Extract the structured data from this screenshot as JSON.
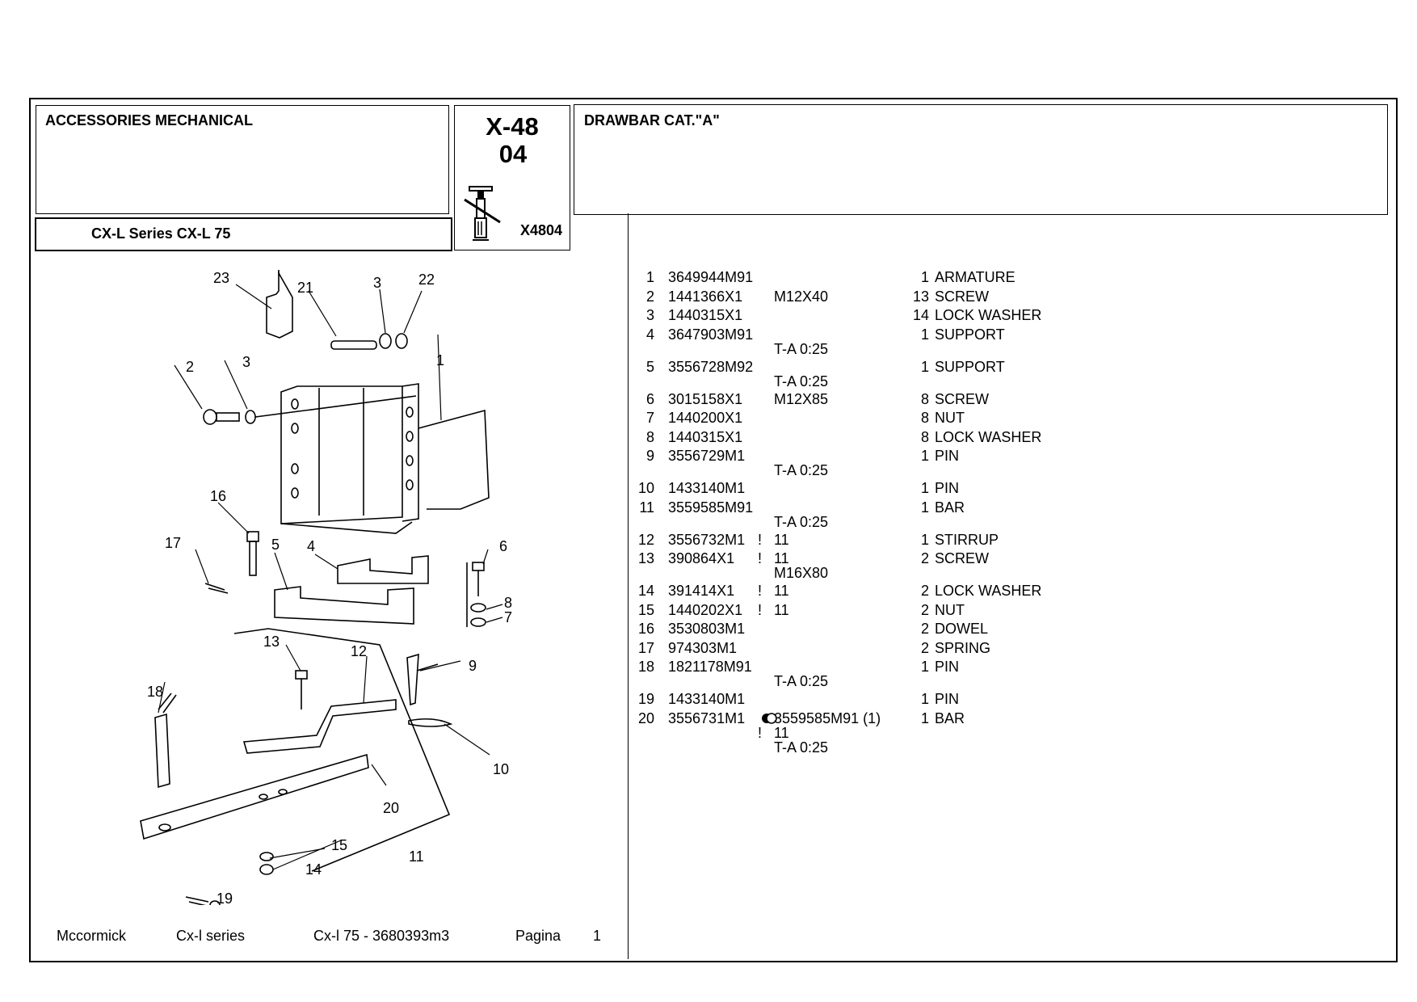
{
  "header": {
    "section_title": "ACCESSORIES MECHANICAL",
    "model": "CX-L Series CX-L 75",
    "group_code_line1": "X-48",
    "group_code_line2": "04",
    "figure_code": "X4804",
    "assembly_title": "DRAWBAR  CAT.\"A\""
  },
  "parts": [
    {
      "no": "1",
      "part": "3649944M91",
      "flag": "",
      "notes": [],
      "qty": "1",
      "desc": "ARMATURE"
    },
    {
      "no": "2",
      "part": "1441366X1",
      "flag": "",
      "notes": [
        "M12X40"
      ],
      "qty": "13",
      "desc": "SCREW"
    },
    {
      "no": "3",
      "part": "1440315X1",
      "flag": "",
      "notes": [],
      "qty": "14",
      "desc": "LOCK WASHER"
    },
    {
      "no": "4",
      "part": "3647903M91",
      "flag": "",
      "notes": [
        "",
        "T-A 0:25"
      ],
      "qty": "1",
      "desc": "SUPPORT"
    },
    {
      "no": "5",
      "part": "3556728M92",
      "flag": "",
      "notes": [
        "",
        "T-A 0:25"
      ],
      "qty": "1",
      "desc": "SUPPORT"
    },
    {
      "no": "6",
      "part": "3015158X1",
      "flag": "",
      "notes": [
        "M12X85"
      ],
      "qty": "8",
      "desc": "SCREW"
    },
    {
      "no": "7",
      "part": "1440200X1",
      "flag": "",
      "notes": [],
      "qty": "8",
      "desc": "NUT"
    },
    {
      "no": "8",
      "part": "1440315X1",
      "flag": "",
      "notes": [],
      "qty": "8",
      "desc": "LOCK WASHER"
    },
    {
      "no": "9",
      "part": "3556729M1",
      "flag": "",
      "notes": [
        "",
        "T-A 0:25"
      ],
      "qty": "1",
      "desc": "PIN"
    },
    {
      "no": "10",
      "part": "1433140M1",
      "flag": "",
      "notes": [],
      "qty": "1",
      "desc": "PIN"
    },
    {
      "no": "11",
      "part": "3559585M91",
      "flag": "",
      "notes": [
        "",
        "T-A 0:25"
      ],
      "qty": "1",
      "desc": "BAR"
    },
    {
      "no": "12",
      "part": "3556732M1",
      "flag": "!",
      "notes": [
        "11"
      ],
      "qty": "1",
      "desc": "STIRRUP"
    },
    {
      "no": "13",
      "part": "390864X1",
      "flag": "!",
      "notes": [
        "11",
        "M16X80"
      ],
      "qty": "2",
      "desc": "SCREW"
    },
    {
      "no": "14",
      "part": "391414X1",
      "flag": "!",
      "notes": [
        "11"
      ],
      "qty": "2",
      "desc": "LOCK WASHER"
    },
    {
      "no": "15",
      "part": "1440202X1",
      "flag": "!",
      "notes": [
        "11"
      ],
      "qty": "2",
      "desc": "NUT"
    },
    {
      "no": "16",
      "part": "3530803M1",
      "flag": "",
      "notes": [],
      "qty": "2",
      "desc": "DOWEL"
    },
    {
      "no": "17",
      "part": "974303M1",
      "flag": "",
      "notes": [],
      "qty": "2",
      "desc": "SPRING"
    },
    {
      "no": "18",
      "part": "1821178M91",
      "flag": "",
      "notes": [
        "",
        "T-A 0:25"
      ],
      "qty": "1",
      "desc": "PIN"
    },
    {
      "no": "19",
      "part": "1433140M1",
      "flag": "",
      "notes": [],
      "qty": "1",
      "desc": "PIN"
    },
    {
      "no": "20",
      "part": "3556731M1",
      "flag": "!",
      "notes": [
        "3559585M91  (1)",
        "11",
        "T-A 0:25"
      ],
      "qty": "1",
      "desc": "BAR"
    }
  ],
  "footer": {
    "brand": "Mccormick",
    "series": "Cx-l series",
    "model_ref": "Cx-l 75 - 3680393m3",
    "page_label": "Pagina",
    "page_number": "1"
  },
  "diagram_labels": [
    "23",
    "21",
    "3",
    "22",
    "2",
    "3",
    "1",
    "16",
    "5",
    "4",
    "6",
    "17",
    "8",
    "7",
    "13",
    "12",
    "9",
    "18",
    "10",
    "20",
    "15",
    "14",
    "11",
    "19"
  ]
}
